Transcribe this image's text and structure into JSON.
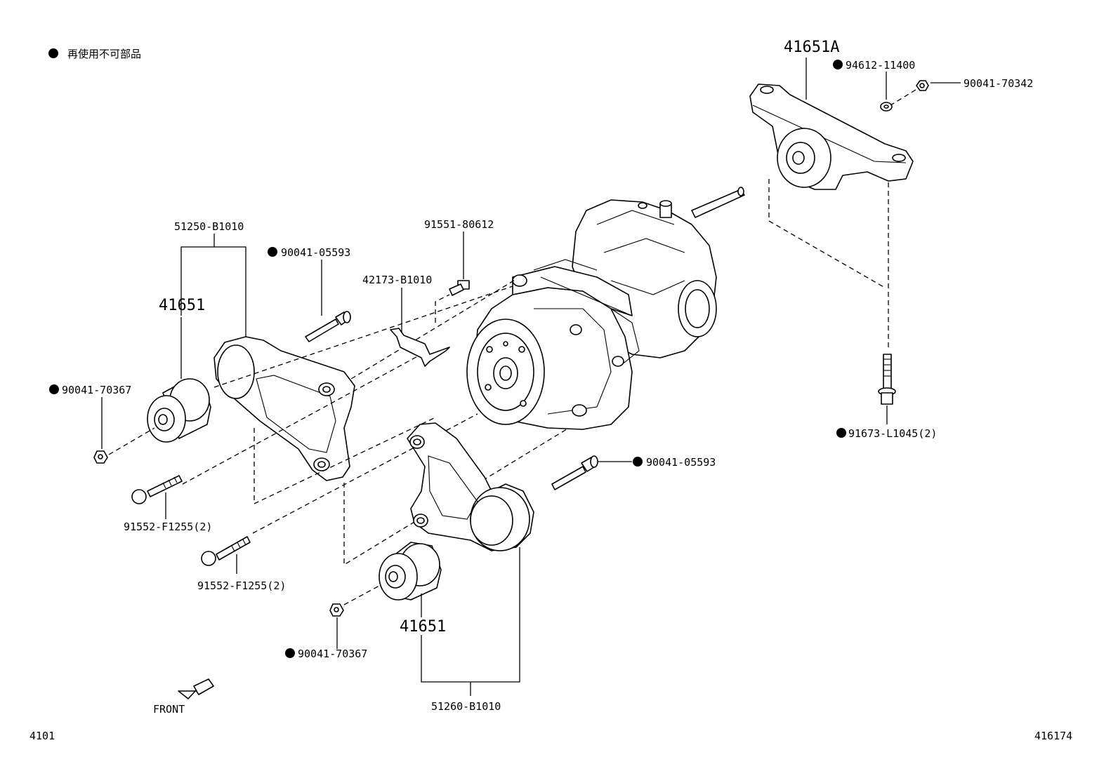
{
  "legend": {
    "text": "再使用不可部品"
  },
  "labels": {
    "part_41651A": "41651A",
    "part_94612_11400": "94612-11400",
    "part_90041_70342": "90041-70342",
    "part_51250_B1010": "51250-B1010",
    "part_41651_left": "41651",
    "part_90041_05593_top": "90041-05593",
    "part_91551_80612": "91551-80612",
    "part_42173_B1010": "42173-B1010",
    "part_90041_70367_left": "90041-70367",
    "part_91552_F1255_a": "91552-F1255(2)",
    "part_91552_F1255_b": "91552-F1255(2)",
    "part_90041_05593_right": "90041-05593",
    "part_91673_L1045": "91673-L1045(2)",
    "part_90041_70367_bottom": "90041-70367",
    "part_41651_bottom": "41651",
    "part_51260_B1010": "51260-B1010",
    "front": "FRONT",
    "page_left": "4101",
    "page_right": "416174"
  }
}
